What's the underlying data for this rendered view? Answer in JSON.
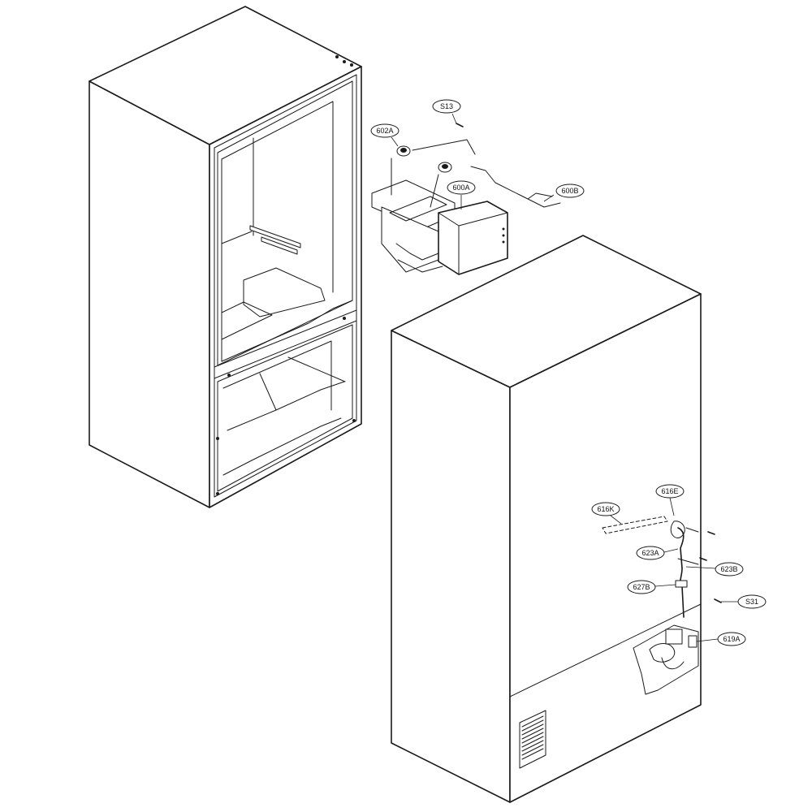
{
  "callouts": [
    {
      "id": "s13",
      "label": "S13"
    },
    {
      "id": "602a",
      "label": "602A"
    },
    {
      "id": "600a",
      "label": "600A"
    },
    {
      "id": "600b",
      "label": "600B"
    },
    {
      "id": "616k",
      "label": "616K"
    },
    {
      "id": "616e",
      "label": "616E"
    },
    {
      "id": "623a",
      "label": "623A"
    },
    {
      "id": "623b",
      "label": "623B"
    },
    {
      "id": "627b",
      "label": "627B"
    },
    {
      "id": "s31",
      "label": "S31"
    },
    {
      "id": "619a",
      "label": "619A"
    }
  ]
}
